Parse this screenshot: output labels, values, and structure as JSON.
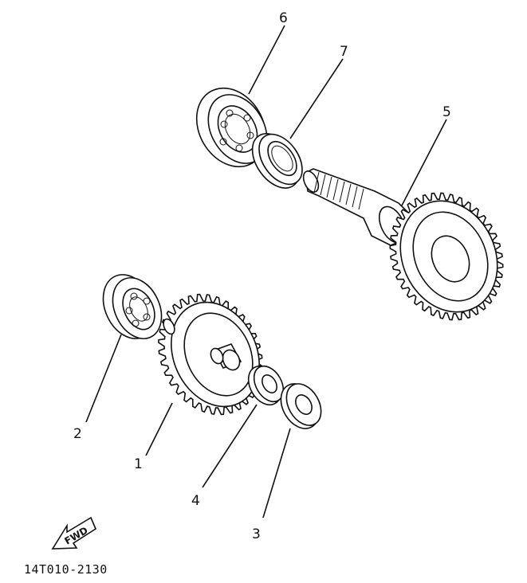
{
  "callouts": [
    {
      "id": "1",
      "part": "gear"
    },
    {
      "id": "2",
      "part": "bearing"
    },
    {
      "id": "3",
      "part": "washer"
    },
    {
      "id": "4",
      "part": "washer"
    },
    {
      "id": "5",
      "part": "shaft-with-gear"
    },
    {
      "id": "6",
      "part": "bearing"
    },
    {
      "id": "7",
      "part": "oil-seal"
    }
  ],
  "direction_label": "FWD",
  "drawing_code": "14T010-2130"
}
